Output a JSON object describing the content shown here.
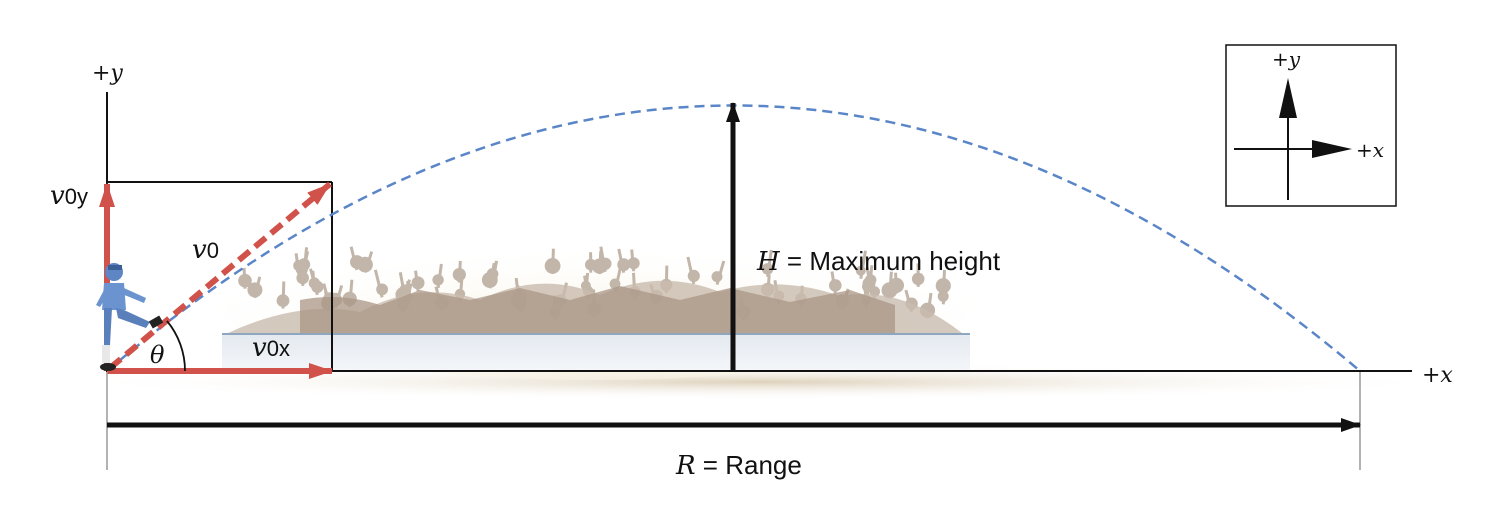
{
  "labels": {
    "plus_y": "+y",
    "plus_x": "+x",
    "v0y_sym": "v",
    "v0y_sub": "0y",
    "v0_sym": "v",
    "v0_sub": "0",
    "v0x_sym": "v",
    "v0x_sub": "0x",
    "theta": "θ",
    "h_sym": "H",
    "h_text": " = Maximum height",
    "r_sym": "R",
    "r_text": " = Range",
    "inset_plus_y": "+y",
    "inset_plus_x": "+x"
  },
  "colors": {
    "vector_red": "#d0524a",
    "trajectory_blue": "#5a86c8",
    "axis_black": "#111111",
    "ground_shadow": "#e6dccb",
    "crowd": "#b5a89c",
    "platform": "#e7ecf2"
  },
  "icons": {
    "player": "football-kicker-icon",
    "crowd": "stadium-crowd-illustration"
  }
}
